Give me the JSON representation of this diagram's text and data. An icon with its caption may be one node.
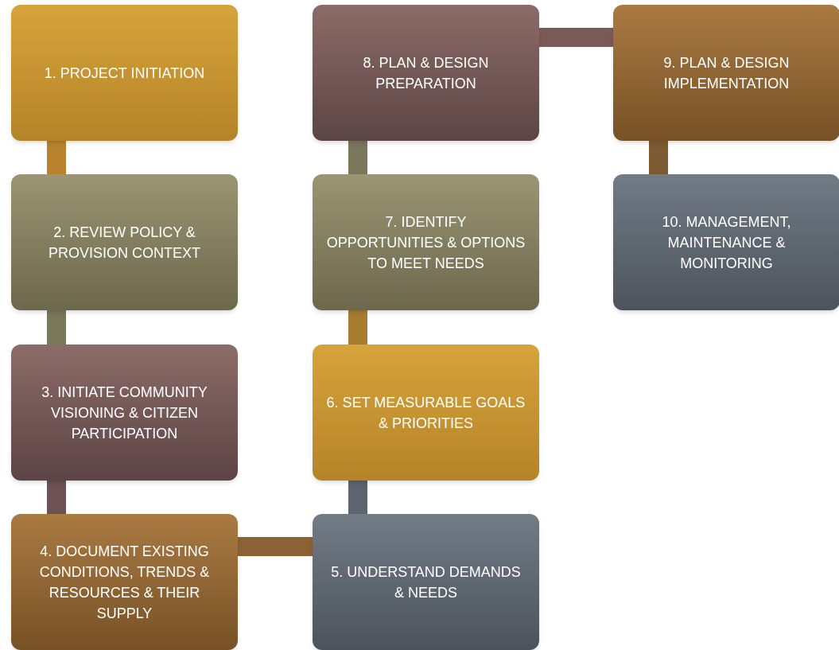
{
  "diagram": {
    "nodes": [
      {
        "text": [
          "1. PROJECT INITIATION"
        ]
      },
      {
        "text": [
          "2. REVIEW POLICY & PROVISION CONTEXT"
        ]
      },
      {
        "text": [
          "3. INITIATE COMMUNITY VISIONING & CITIZEN PARTICIPATION"
        ]
      },
      {
        "text": [
          "4. DOCUMENT EXISTING CONDITIONS, TRENDS & RESOURCES & THEIR SUPPLY"
        ]
      },
      {
        "text": [
          "5. UNDERSTAND DEMANDS & NEEDS"
        ]
      },
      {
        "text": [
          "6. SET MEASURABLE GOALS & PRIORITIES"
        ]
      },
      {
        "text": [
          "7. IDENTIFY OPPORTUNITIES & OPTIONS TO MEET NEEDS"
        ]
      },
      {
        "text": [
          "8. PLAN & DESIGN PREPARATION"
        ]
      },
      {
        "text": [
          "9. PLAN & DESIGN IMPLEMENTATION"
        ]
      },
      {
        "text": [
          "10. MANAGEMENT, MAINTENANCE & MONITORING"
        ]
      }
    ],
    "edges": [
      {
        "from": 0,
        "to": 1,
        "arrow": "none",
        "color": "#b8822f"
      },
      {
        "from": 1,
        "to": 2,
        "arrow": "none",
        "color": "#7a765a"
      },
      {
        "from": 2,
        "to": 3,
        "arrow": "none",
        "color": "#6c5252"
      },
      {
        "from": 3,
        "to": 4,
        "arrow": "none",
        "color": "#8c6234"
      },
      {
        "from": 4,
        "to": 5,
        "arrow": "none",
        "color": "#5c646e"
      },
      {
        "from": 5,
        "to": 6,
        "arrow": "none",
        "color": "#a67c30"
      },
      {
        "from": 6,
        "to": 7,
        "arrow": "none",
        "color": "#7a765c"
      },
      {
        "from": 7,
        "to": 8,
        "arrow": "none",
        "color": "#7a5a56"
      },
      {
        "from": 8,
        "to": 9,
        "arrow": "none",
        "color": "#7e5a32"
      }
    ]
  }
}
